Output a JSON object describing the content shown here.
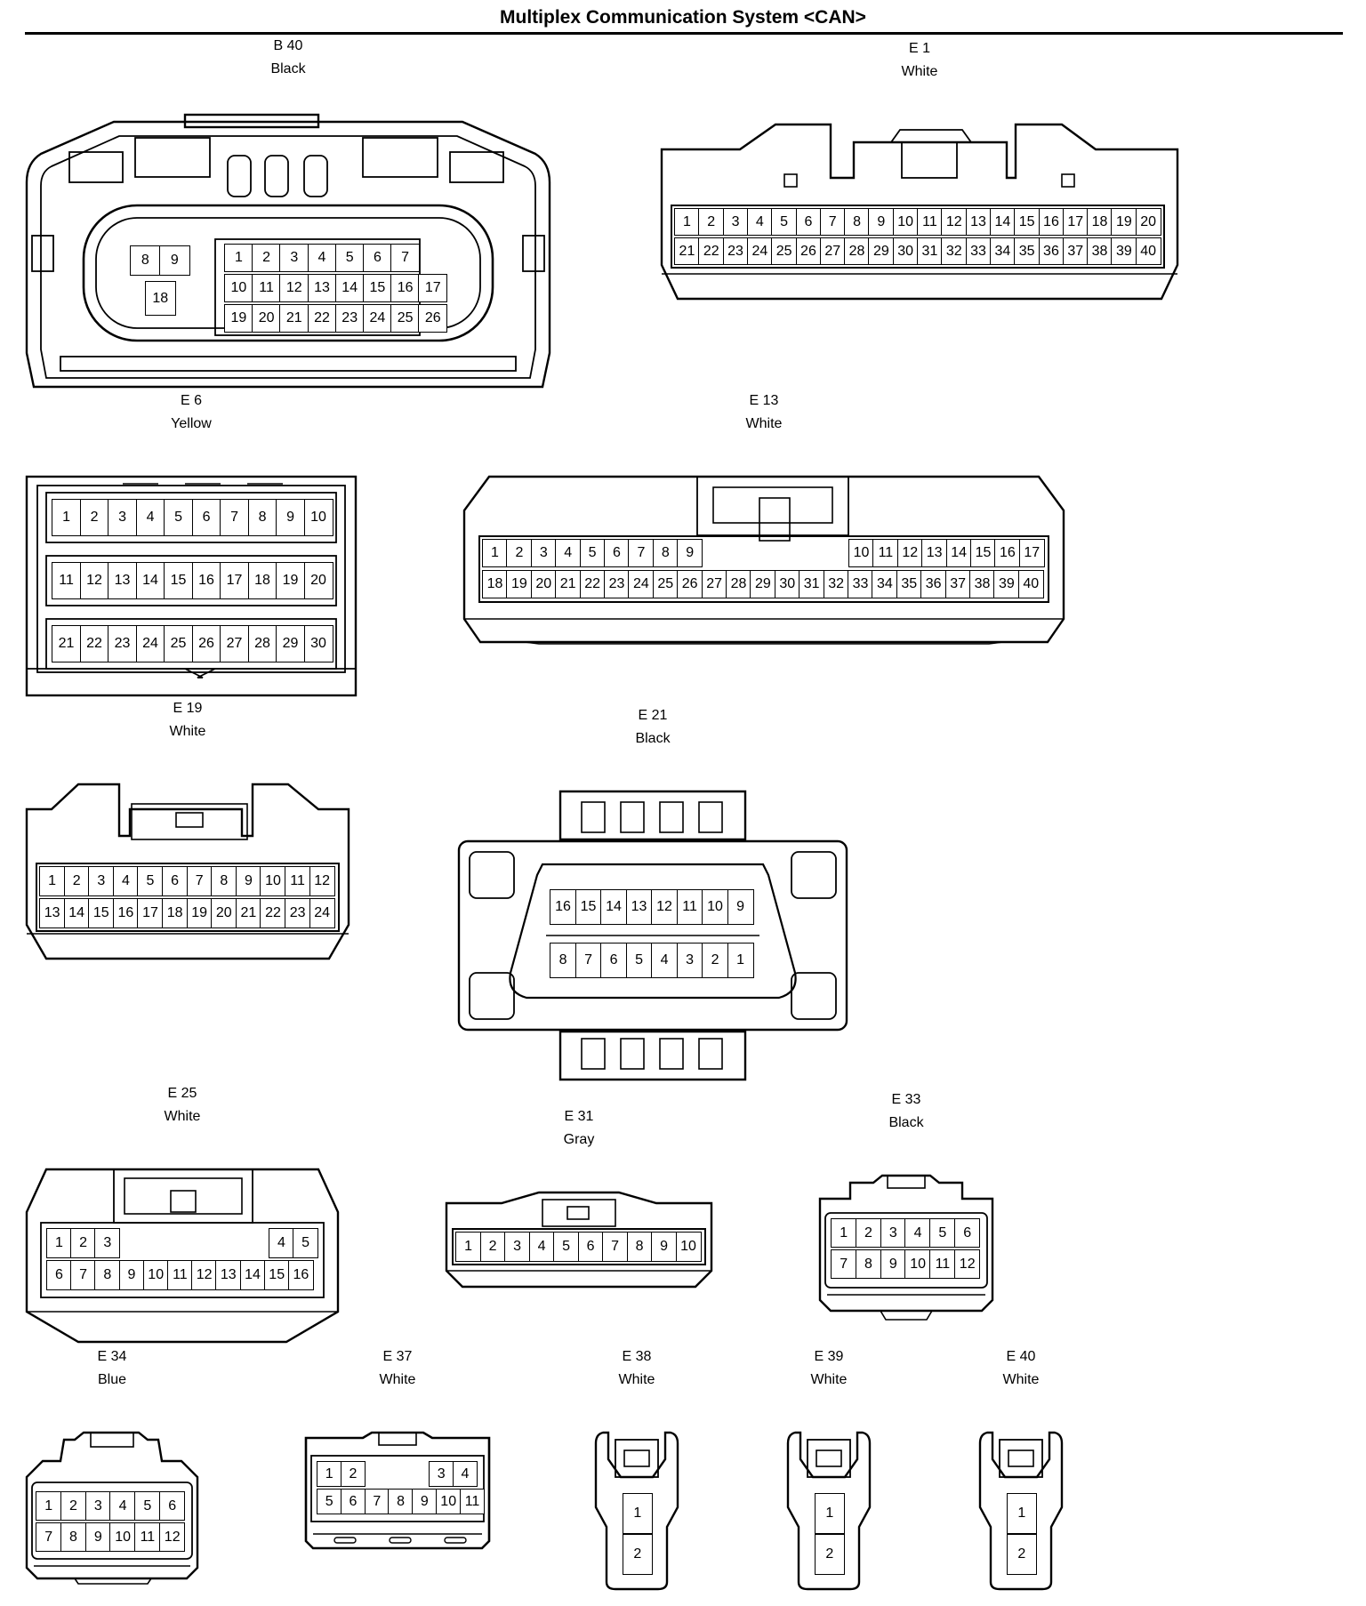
{
  "title": "Multiplex Communication System <CAN>",
  "connectors": [
    {
      "id": "b40",
      "name": "B 40",
      "color": "Black",
      "rows": [
        [
          "8",
          "9"
        ],
        [
          "18"
        ],
        [
          "1",
          "2",
          "3",
          "4",
          "5",
          "6",
          "7"
        ],
        [
          "10",
          "11",
          "12",
          "13",
          "14",
          "15",
          "16",
          "17"
        ],
        [
          "19",
          "20",
          "21",
          "22",
          "23",
          "24",
          "25",
          "26"
        ]
      ]
    },
    {
      "id": "e1",
      "name": "E 1",
      "color": "White",
      "rows": [
        [
          "1",
          "2",
          "3",
          "4",
          "5",
          "6",
          "7",
          "8",
          "9",
          "10",
          "11",
          "12",
          "13",
          "14",
          "15",
          "16",
          "17",
          "18",
          "19",
          "20"
        ],
        [
          "21",
          "22",
          "23",
          "24",
          "25",
          "26",
          "27",
          "28",
          "29",
          "30",
          "31",
          "32",
          "33",
          "34",
          "35",
          "36",
          "37",
          "38",
          "39",
          "40"
        ]
      ]
    },
    {
      "id": "e6",
      "name": "E 6",
      "color": "Yellow",
      "rows": [
        [
          "1",
          "2",
          "3",
          "4",
          "5",
          "6",
          "7",
          "8",
          "9",
          "10"
        ],
        [
          "11",
          "12",
          "13",
          "14",
          "15",
          "16",
          "17",
          "18",
          "19",
          "20"
        ],
        [
          "21",
          "22",
          "23",
          "24",
          "25",
          "26",
          "27",
          "28",
          "29",
          "30"
        ]
      ]
    },
    {
      "id": "e13",
      "name": "E 13",
      "color": "White",
      "rows": [
        [
          "1",
          "2",
          "3",
          "4",
          "5",
          "6",
          "7",
          "8",
          "9"
        ],
        [
          "10",
          "11",
          "12",
          "13",
          "14",
          "15",
          "16",
          "17"
        ],
        [
          "18",
          "19",
          "20",
          "21",
          "22",
          "23",
          "24",
          "25",
          "26",
          "27",
          "28",
          "29",
          "30",
          "31",
          "32",
          "33",
          "34",
          "35",
          "36",
          "37",
          "38",
          "39",
          "40"
        ]
      ]
    },
    {
      "id": "e19",
      "name": "E 19",
      "color": "White",
      "rows": [
        [
          "1",
          "2",
          "3",
          "4",
          "5",
          "6",
          "7",
          "8",
          "9",
          "10",
          "11",
          "12"
        ],
        [
          "13",
          "14",
          "15",
          "16",
          "17",
          "18",
          "19",
          "20",
          "21",
          "22",
          "23",
          "24"
        ]
      ]
    },
    {
      "id": "e21",
      "name": "E 21",
      "color": "Black",
      "rows": [
        [
          "16",
          "15",
          "14",
          "13",
          "12",
          "11",
          "10",
          "9"
        ],
        [
          "8",
          "7",
          "6",
          "5",
          "4",
          "3",
          "2",
          "1"
        ]
      ]
    },
    {
      "id": "e25",
      "name": "E 25",
      "color": "White",
      "rows": [
        [
          "1",
          "2",
          "3"
        ],
        [
          "4",
          "5"
        ],
        [
          "6",
          "7",
          "8",
          "9",
          "10",
          "11",
          "12",
          "13",
          "14",
          "15",
          "16"
        ]
      ]
    },
    {
      "id": "e31",
      "name": "E 31",
      "color": "Gray",
      "rows": [
        [
          "1",
          "2",
          "3",
          "4",
          "5",
          "6",
          "7",
          "8",
          "9",
          "10"
        ]
      ]
    },
    {
      "id": "e33",
      "name": "E 33",
      "color": "Black",
      "rows": [
        [
          "1",
          "2",
          "3",
          "4",
          "5",
          "6"
        ],
        [
          "7",
          "8",
          "9",
          "10",
          "11",
          "12"
        ]
      ]
    },
    {
      "id": "e34",
      "name": "E 34",
      "color": "Blue",
      "rows": [
        [
          "1",
          "2",
          "3",
          "4",
          "5",
          "6"
        ],
        [
          "7",
          "8",
          "9",
          "10",
          "11",
          "12"
        ]
      ]
    },
    {
      "id": "e37",
      "name": "E 37",
      "color": "White",
      "rows": [
        [
          "1",
          "2"
        ],
        [
          "3",
          "4"
        ],
        [
          "5",
          "6",
          "7",
          "8",
          "9",
          "10",
          "11"
        ]
      ]
    },
    {
      "id": "e38",
      "name": "E 38",
      "color": "White",
      "rows": [
        [
          "1"
        ],
        [
          "2"
        ]
      ]
    },
    {
      "id": "e39",
      "name": "E 39",
      "color": "White",
      "rows": [
        [
          "1"
        ],
        [
          "2"
        ]
      ]
    },
    {
      "id": "e40",
      "name": "E 40",
      "color": "White",
      "rows": [
        [
          "1"
        ],
        [
          "2"
        ]
      ]
    }
  ]
}
